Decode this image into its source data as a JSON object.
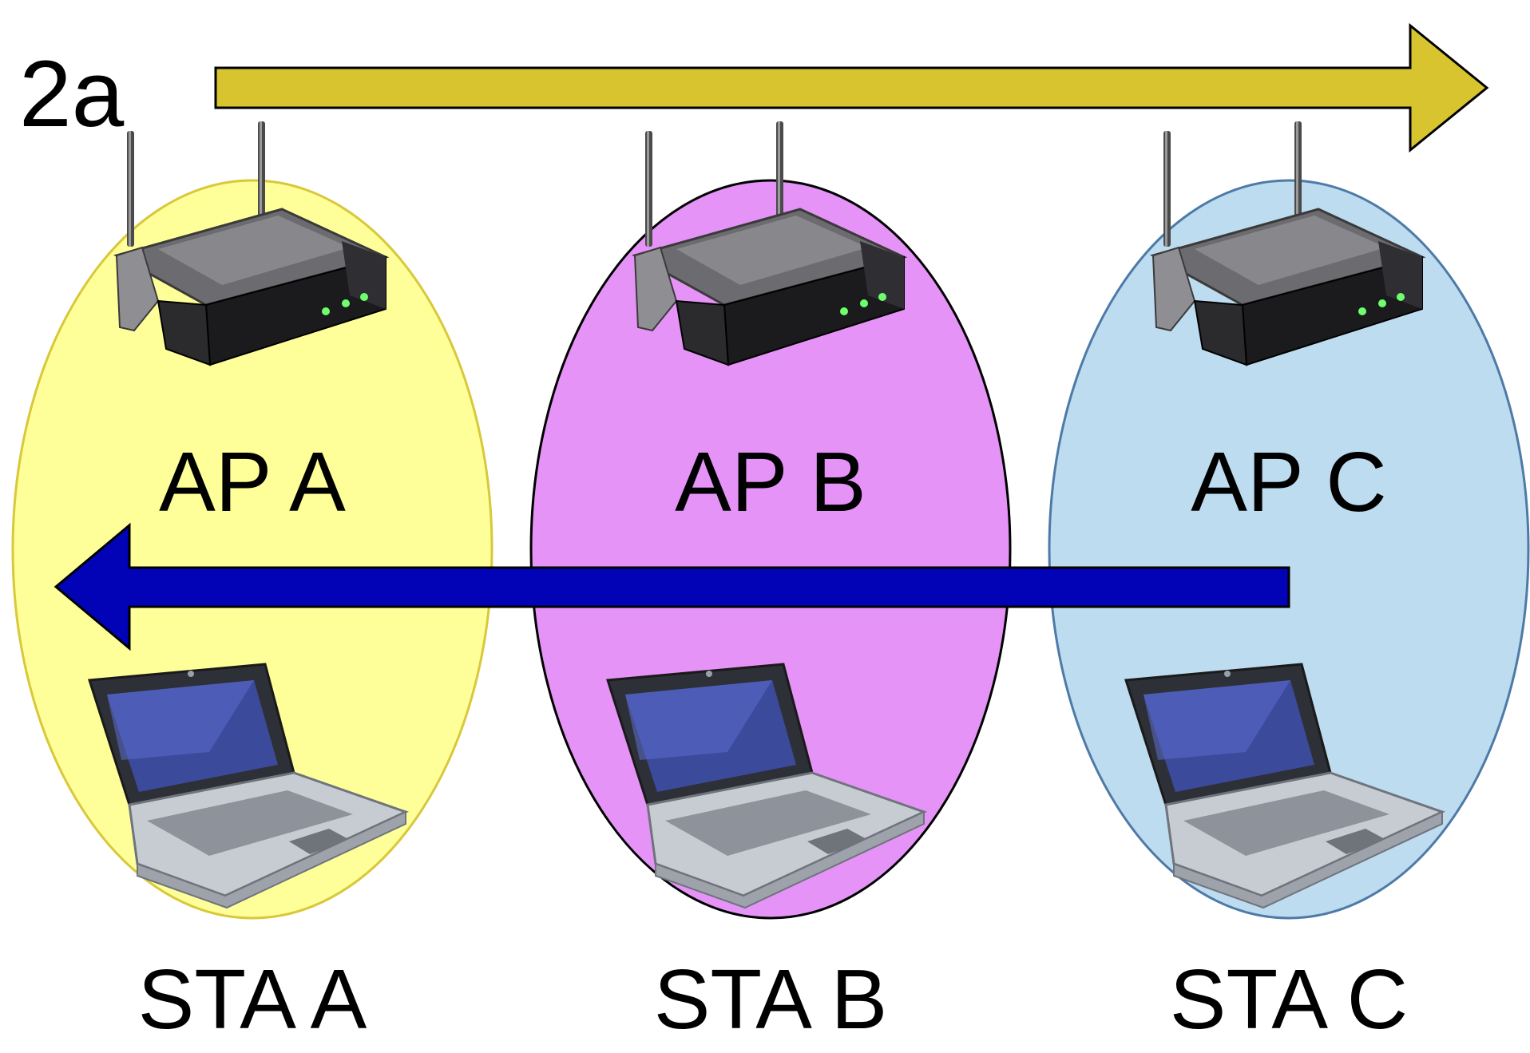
{
  "figure": {
    "label": "2a"
  },
  "cells": [
    {
      "ap_label": "AP A",
      "sta_label": "STA A",
      "fill": "#ffff99",
      "stroke": "#d8c83a"
    },
    {
      "ap_label": "AP B",
      "sta_label": "STA B",
      "fill": "#e693f8",
      "stroke": "#000000"
    },
    {
      "ap_label": "AP C",
      "sta_label": "STA C",
      "fill": "#bedcf0",
      "stroke": "#4d7aa6"
    }
  ],
  "arrows": {
    "top": {
      "direction": "right",
      "fill": "#d8c42f"
    },
    "middle": {
      "direction": "left",
      "fill": "#0202b7"
    }
  },
  "icons": {
    "access_point": "wireless-router-icon",
    "station": "laptop-icon"
  }
}
